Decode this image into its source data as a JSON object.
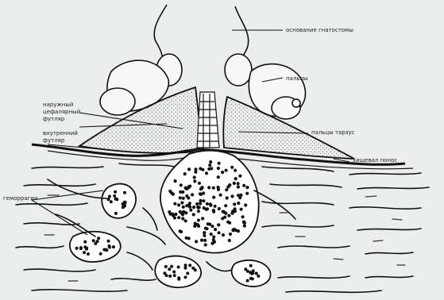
{
  "labels": {
    "base": "основание гнатостомы",
    "palps": "пальпы",
    "outer_sheath": [
      "наружный",
      "цефалярный",
      "футляр"
    ],
    "inner_sheath": [
      "внутренний",
      "футляр"
    ],
    "palp_tarsus": "пальцы тарзус",
    "hypostome_cut": "хищевал понос",
    "hemorrhage": "геморрагии"
  }
}
